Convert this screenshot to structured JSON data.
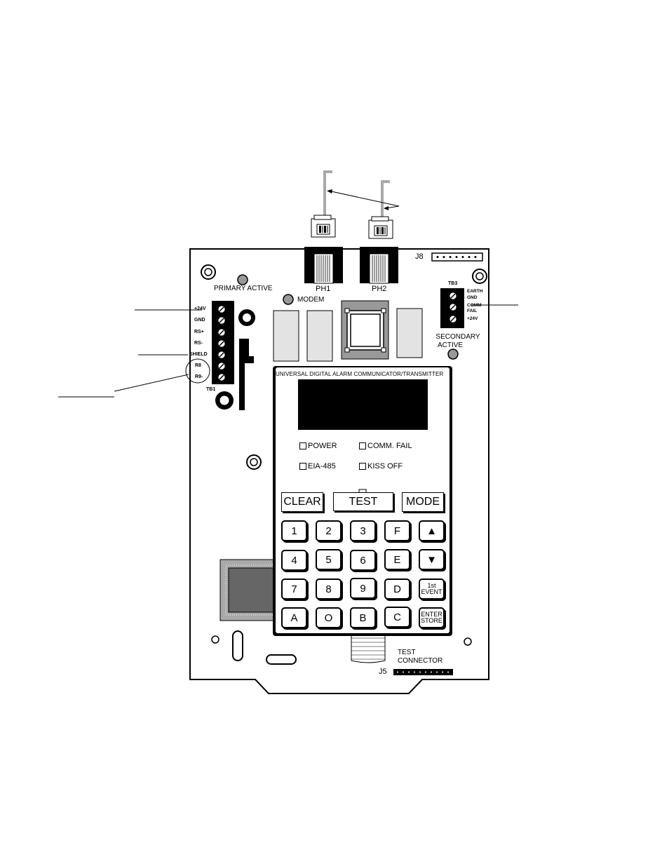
{
  "connectors": {
    "ph1": "PH1",
    "ph2": "PH2",
    "j8": "J8",
    "j5": "J5",
    "test_connector_line1": "TEST",
    "test_connector_line2": "CONNECTOR"
  },
  "leds": {
    "primary_active": "PRIMARY ACTIVE",
    "modem": "MODEM",
    "secondary_active_line1": "SECONDARY",
    "secondary_active_line2": "ACTIVE"
  },
  "tb1": {
    "label": "TB1",
    "terminals": [
      "+24V",
      "GND",
      "RS+",
      "RS-",
      "SHIELD",
      "R8",
      "R9-"
    ]
  },
  "tb3": {
    "label": "TB3",
    "terminals": [
      "EARTH",
      "GND",
      "COMM",
      "FAIL",
      "+24V"
    ]
  },
  "panel": {
    "title": "UNIVERSAL DIGITAL ALARM COMMUNICATOR/TRANSMITTER",
    "indicators": [
      "POWER",
      "COMM. FAIL",
      "EIA-485",
      "KISS OFF"
    ],
    "function_keys": [
      "CLEAR",
      "TEST",
      "MODE"
    ],
    "keypad": {
      "row1": [
        "1",
        "2",
        "3",
        "F",
        "▲"
      ],
      "row2": [
        "4",
        "5",
        "6",
        "E",
        "▼"
      ],
      "row3": [
        "7",
        "8",
        "9",
        "D"
      ],
      "row3_last_line1": "1st",
      "row3_last_line2": "EVENT",
      "row4": [
        "A",
        "O",
        "B",
        "C"
      ],
      "row4_last_line1": "ENTER",
      "row4_last_line2": "STORE"
    }
  }
}
